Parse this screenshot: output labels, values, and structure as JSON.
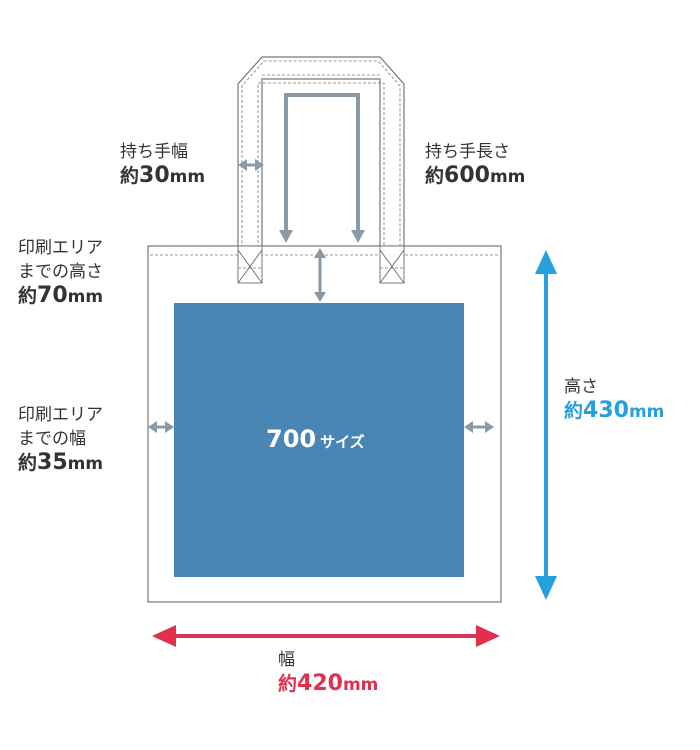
{
  "colors": {
    "print_area": "#4a86b4",
    "height_arrow": "#27a0de",
    "width_arrow": "#e0304d",
    "guide_arrow": "#8a9aa6",
    "bag_outline": "#777777",
    "label_text": "#333333"
  },
  "print_area_label": {
    "size": "700",
    "unit": "サイズ"
  },
  "handle_width": {
    "label": "持ち手幅",
    "prefix": "約",
    "value": "30",
    "unit": "mm"
  },
  "handle_length": {
    "label": "持ち手長さ",
    "prefix": "約",
    "value": "600",
    "unit": "mm"
  },
  "print_top": {
    "label_line1": "印刷エリア",
    "label_line2": "までの高さ",
    "prefix": "約",
    "value": "70",
    "unit": "mm"
  },
  "print_side": {
    "label_line1": "印刷エリア",
    "label_line2": "までの幅",
    "prefix": "約",
    "value": "35",
    "unit": "mm"
  },
  "bag_height": {
    "label": "高さ",
    "prefix": "約",
    "value": "430",
    "unit": "mm"
  },
  "bag_width": {
    "label": "幅",
    "prefix": "約",
    "value": "420",
    "unit": "mm"
  }
}
